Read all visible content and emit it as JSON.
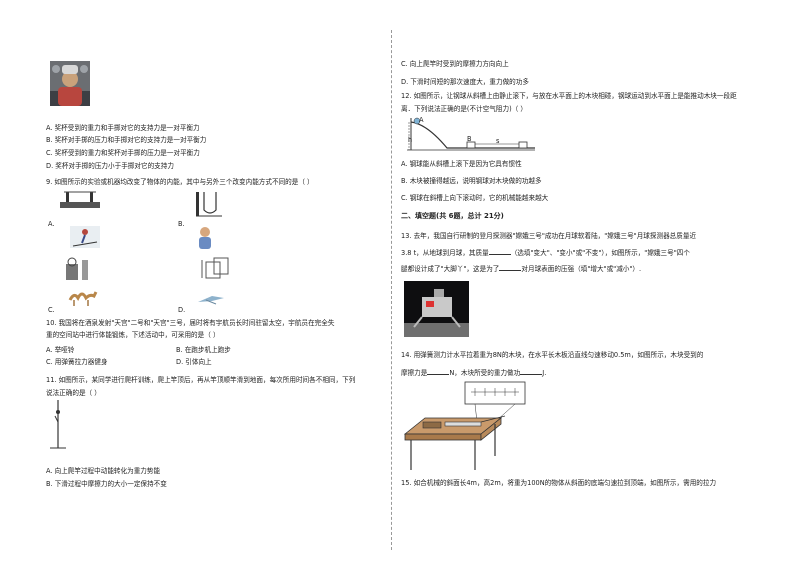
{
  "left": {
    "q8_options": [
      "A.   奖杯受到的重力和手掷对它的支持力是一对平衡力",
      "B.   奖杯对手掷的压力和手掷对它的支持力是一对平衡力",
      "C.   奖杯受到的重力和奖杯对手掷的压力是一对平衡力",
      "D.   奖杯对手掷的压力小于手掷对它的支持力"
    ],
    "q9_text": "9.   如图所示的实验或机器均改变了物体的内能，其中与另外三个改变内能方式不同的是（     ）",
    "q9_labels": [
      "A.",
      "B.",
      "C.",
      "D."
    ],
    "q10_text_1": "10.  我国将在酒泉发射\"天宫\"二号和\"天宫\"三号，届时将有宇航员长时间驻留太空，宇航员在完全失",
    "q10_text_2": "重的空间站中进行体能锻炼，下述活动中，可采用的是（     ）",
    "q10_options": [
      "A.  举哑铃",
      "B.  在跑步机上跑步",
      "C.  用弹簧拉力器健身",
      "D.  引体向上"
    ],
    "q11_text_1": "11.   如图所示，某同学进行爬杆训练，爬上竿顶后，再从竿顶顺竿滑到地面，每次所用时间各不相同，下列",
    "q11_text_2": "说法正确的是（     ）",
    "q11_options": [
      "A.  向上爬竿过程中动能转化为重力势能",
      "B.  下滑过程中摩擦力的大小一定保持不变"
    ]
  },
  "right": {
    "q11_options": [
      "C.  向上爬竿时受到的摩擦力方向向上",
      "D.  下滑时间短的那次速度大，重力做的功多"
    ],
    "q12_text_1": "12.  如图所示，让钢球从斜槽上由静止滚下，与放在水平面上的木块相碰，钢球运动到水平面上是能推动木块一段距",
    "q12_text_2": "离．下列说法正确的是(不计空气阻力)（     ）",
    "q12_fig": {
      "A": "A",
      "h": "h",
      "B": "B",
      "s": "s"
    },
    "q12_options": [
      "A.  钢球能从斜槽上滚下是因为它具有惯性",
      "B.  木块被撞得越远，说明钢球对木块做的功越多",
      "C.  钢球在斜槽上向下滚动时，它的机械能越来越大"
    ],
    "section2": "二、填空题(共 6题，总计 21分)",
    "q13_text_1": "13.  去年，我国自行研制的登月探测器\"嫦娥三号\"成功在月球软着陆，\"嫦娥三号\"月球探测器总质量近",
    "q13_p1": "3.8 t，从地球到月球，其质量",
    "q13_p2": "（选填\"变大\"、\"变小\"或\"不变\"），如图所示，\"嫦娥三号\"四个",
    "q13_p3": "腿都设计成了\"大脚丫\"，这是为了",
    "q13_p4": "对月球表面的压强（填\"增大\"或\"减小\"）.",
    "q14_text_1": "14.  用弹簧测力计水平拉着重为8N的木块，在水平长木板沿直线匀速移动0.5m，如图所示，木块受到的",
    "q14_p1": "摩擦力是",
    "q14_p2": "N，木块所受的重力做功",
    "q14_p3": "J.",
    "q15_text": "15.  如合机械的斜面长4m，高2m，将重为100N的物体从斜面的底端匀速拉到顶端，如图所示，需用的拉力"
  }
}
